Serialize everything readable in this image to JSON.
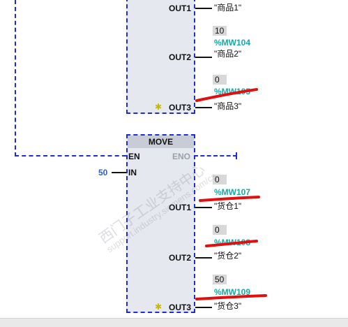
{
  "block1": {
    "outputs": [
      {
        "pin": "OUT1",
        "tag": "\"商品1\""
      },
      {
        "pin": "OUT2",
        "value": "10",
        "address": "%MW104",
        "tag": "\"商品2\""
      },
      {
        "pin": "OUT3",
        "value": "0",
        "address": "%MW105",
        "tag": "\"商品3\""
      }
    ]
  },
  "block2": {
    "title": "MOVE",
    "en": "EN",
    "eno": "ENO",
    "in_pin": "IN",
    "in_value": "50",
    "outputs": [
      {
        "pin": "OUT1",
        "value": "0",
        "address": "%MW107",
        "tag": "\"货仓1\""
      },
      {
        "pin": "OUT2",
        "value": "0",
        "address": "%MW108",
        "tag": "\"货仓2\""
      },
      {
        "pin": "OUT3",
        "value": "50",
        "address": "%MW109",
        "tag": "\"货仓3\""
      }
    ]
  },
  "add_output_icon": "star-icon",
  "watermark": {
    "line1": "西门子工业支持中心",
    "line2": "support.industry.siemens.com/cs"
  },
  "colors": {
    "wire": "#1f2dcc",
    "address": "#1aa7a7",
    "constant": "#2d5fc2",
    "annotation": "#e01010"
  }
}
